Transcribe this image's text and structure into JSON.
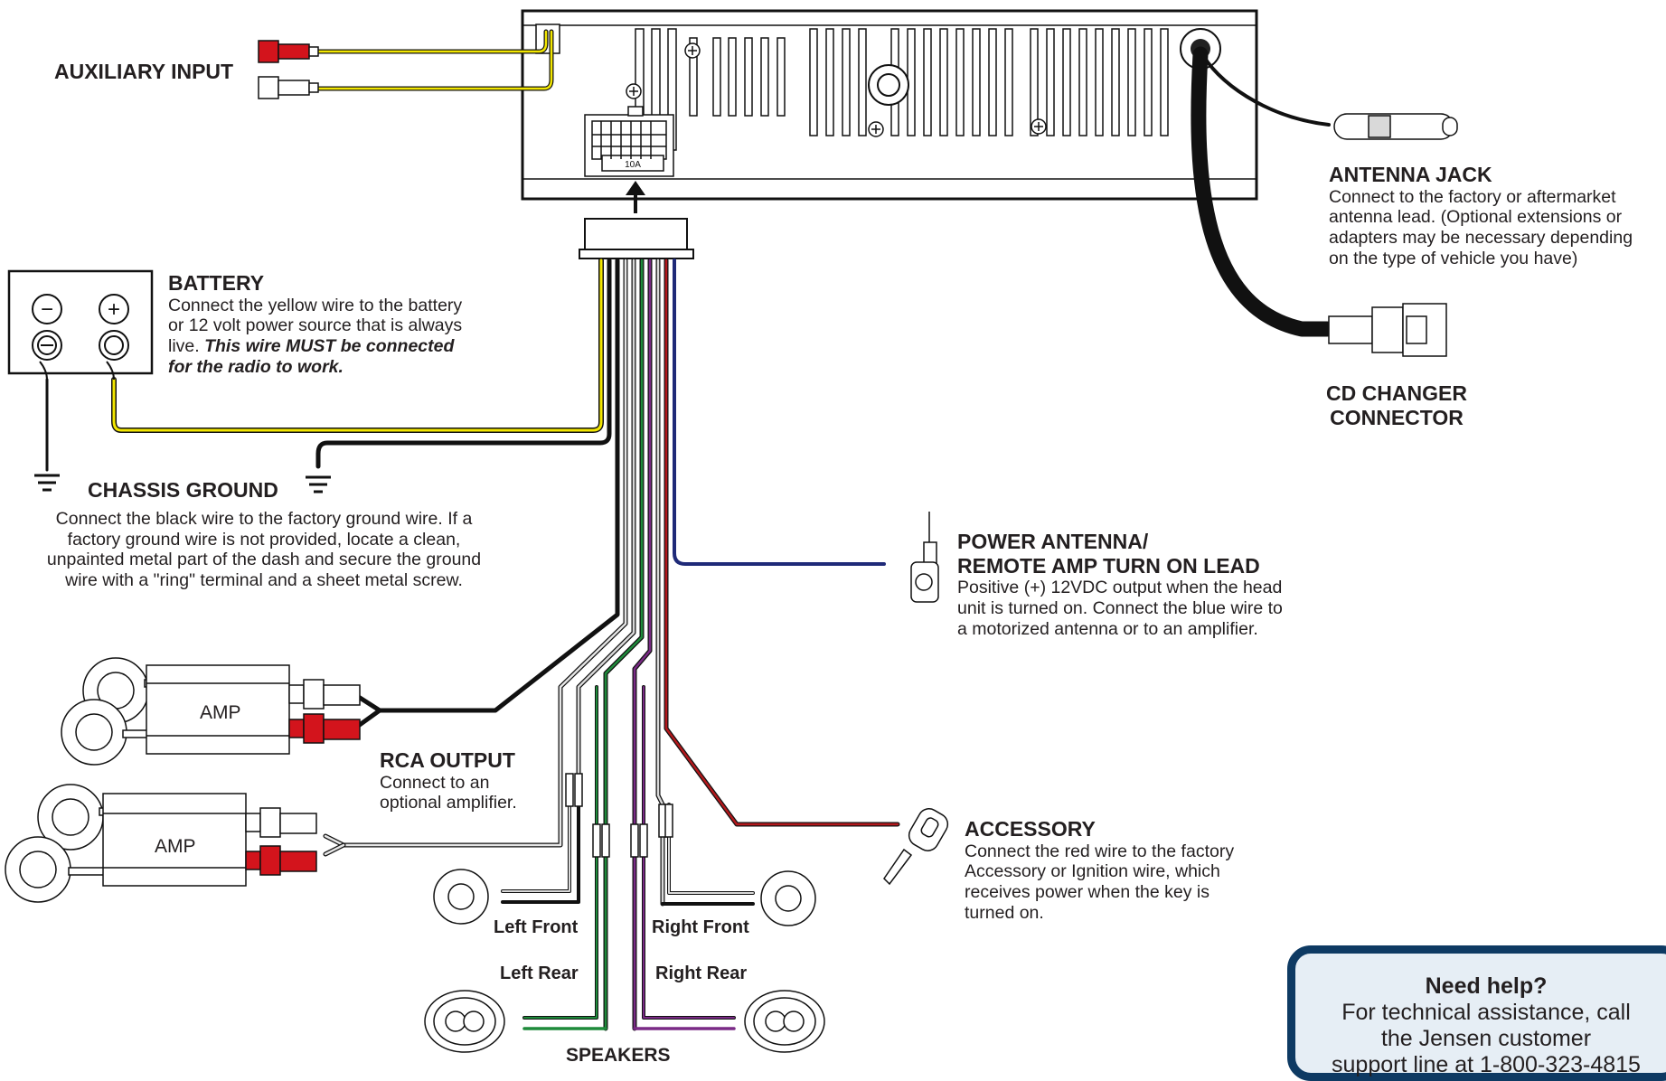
{
  "aux_input": {
    "title": "AUXILIARY INPUT"
  },
  "battery": {
    "title": "BATTERY",
    "line1": "Connect the yellow wire to the battery",
    "line2": "or 12 volt power source that is always",
    "line3": "live.",
    "line3_em": "This wire MUST be connected",
    "line4_em": "for the radio to work.",
    "minus_symbol": "−",
    "plus_symbol": "+"
  },
  "chassis_ground": {
    "title": "CHASSIS GROUND",
    "lines": [
      "Connect the black wire to the factory ground wire. If a",
      "factory ground wire is not provided, locate a clean,",
      "unpainted metal part of the dash and secure the ground",
      "wire with a \"ring\" terminal and a sheet metal screw."
    ]
  },
  "antenna_jack": {
    "title": "ANTENNA JACK",
    "lines": [
      "Connect to the factory or aftermarket",
      "antenna lead. (Optional extensions or",
      "adapters may be necessary depending",
      "on the type of vehicle you have)"
    ]
  },
  "cd_changer": {
    "title_line1": "CD CHANGER",
    "title_line2": "CONNECTOR"
  },
  "power_antenna": {
    "title_line1": "POWER ANTENNA/",
    "title_line2": "REMOTE AMP TURN ON LEAD",
    "lines": [
      "Positive (+) 12VDC output when the head",
      "unit is turned on. Connect the blue wire to",
      "a motorized antenna or to an amplifier."
    ]
  },
  "rca_output": {
    "title": "RCA OUTPUT",
    "lines": [
      "Connect to an",
      "optional amplifier."
    ]
  },
  "accessory": {
    "title": "ACCESSORY",
    "lines": [
      "Connect the red wire to the factory",
      "Accessory or Ignition wire, which",
      "receives power when the key is",
      "turned on."
    ]
  },
  "amps": [
    "AMP",
    "AMP"
  ],
  "fuse_label": "10A",
  "speakers": {
    "left_front": "Left Front",
    "right_front": "Right Front",
    "left_rear": "Left Rear",
    "right_rear": "Right Rear",
    "title": "SPEAKERS"
  },
  "help": {
    "title": "Need help?",
    "lines": [
      "For technical assistance, call",
      "the Jensen customer",
      "support line at 1-800-323-4815"
    ]
  },
  "colors": {
    "yellow_wire": "#f2e600",
    "black_wire": "#111111",
    "blue_wire": "#1f2a78",
    "red_wire": "#b3181c",
    "green_wire": "#1e8a3a",
    "purple_wire": "#7a2a86",
    "gray_wire": "#9a9a9a",
    "rca_red": "#d3141c",
    "help_border": "#0e3a63",
    "help_fill": "#e6eef5"
  }
}
